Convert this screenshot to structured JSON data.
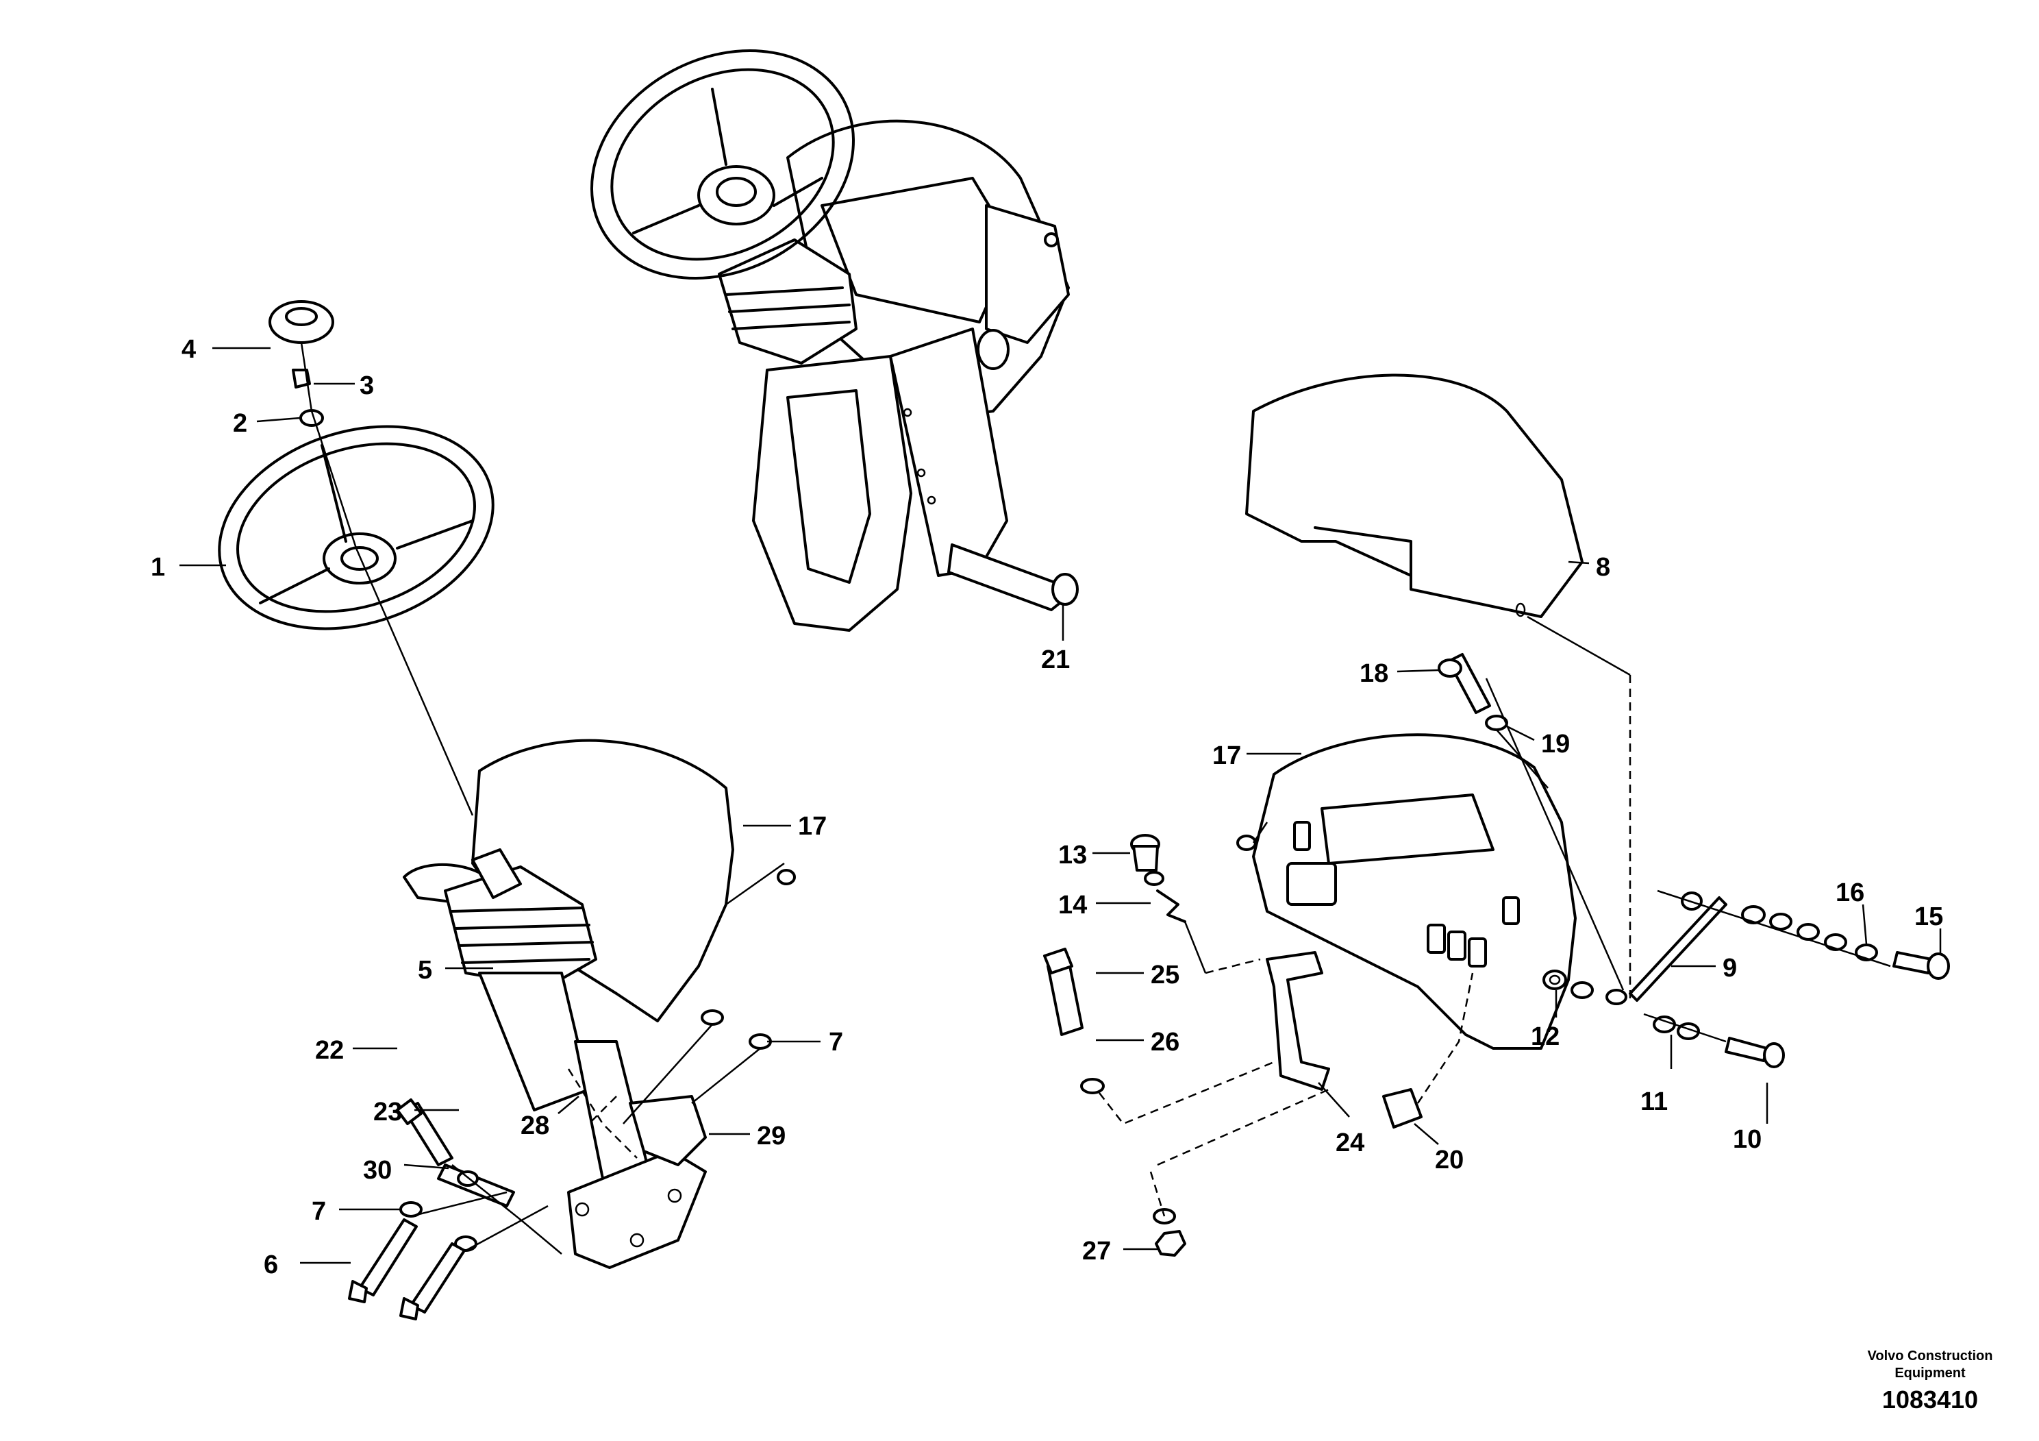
{
  "callouts": [
    "1",
    "2",
    "3",
    "4",
    "5",
    "6",
    "7",
    "8",
    "9",
    "10",
    "11",
    "12",
    "13",
    "14",
    "15",
    "16",
    "17",
    "18",
    "19",
    "20",
    "21",
    "22",
    "23",
    "24",
    "25",
    "26",
    "27",
    "28",
    "29",
    "30"
  ],
  "footer": {
    "brand_line1": "Volvo Construction",
    "brand_line2": "Equipment",
    "drawing_number": "1083410"
  }
}
